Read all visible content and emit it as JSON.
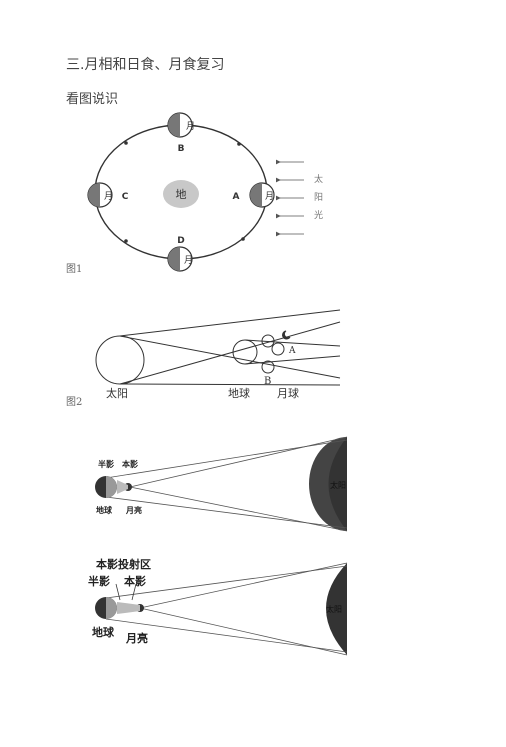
{
  "page": {
    "heading": "三.月相和日食、月食复习",
    "subheading": "看图说识"
  },
  "figure1": {
    "caption": "图1",
    "moon_char": "月",
    "earth_label": "地",
    "positions": {
      "A": "A",
      "B": "B",
      "C": "C",
      "D": "D"
    },
    "sun_labels": [
      "太",
      "阳",
      "光"
    ]
  },
  "figure2": {
    "caption": "图2",
    "sun_label": "太阳",
    "earth_label": "地球",
    "moon_label": "月球",
    "point_a": "A",
    "point_b": "B"
  },
  "figure3": {
    "penumbra": "半影",
    "umbra": "本影",
    "earth": "地球",
    "moon": "月亮",
    "sun": "太阳"
  },
  "figure4": {
    "umbra_zone": "本影投射区",
    "penumbra": "半影",
    "umbra": "本影",
    "earth": "地球",
    "moon": "月亮",
    "sun": "太阳"
  },
  "colors": {
    "dark": "#333333",
    "shade": "#777777",
    "earth_fill": "#c8c8c8"
  }
}
